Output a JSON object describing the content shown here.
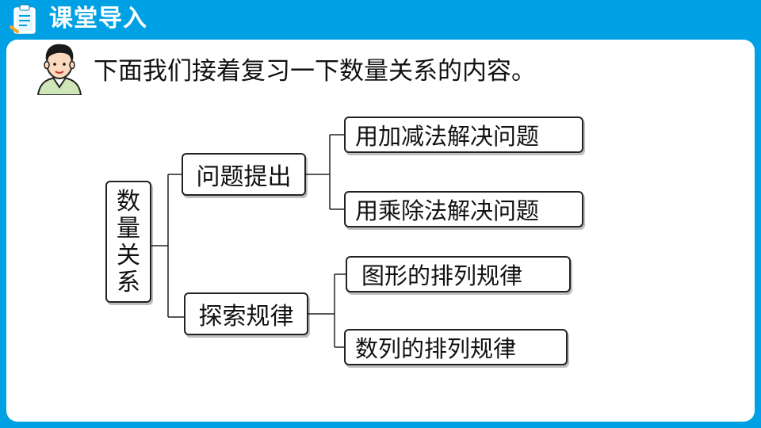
{
  "header": {
    "title": "课堂导入",
    "icon": "clipboard-icon",
    "accent": "#00A1E4"
  },
  "intro": {
    "avatar": "teacher-avatar",
    "text": "下面我们接着复习一下数量关系的内容。"
  },
  "diagram": {
    "root": "数\n量\n关\n系",
    "branches": [
      {
        "label": "问题提出",
        "children": [
          "用加减法解决问题",
          "用乘除法解决问题"
        ]
      },
      {
        "label": "探索规律",
        "children": [
          "图形的排列规律",
          "数列的排列规律"
        ]
      }
    ]
  }
}
